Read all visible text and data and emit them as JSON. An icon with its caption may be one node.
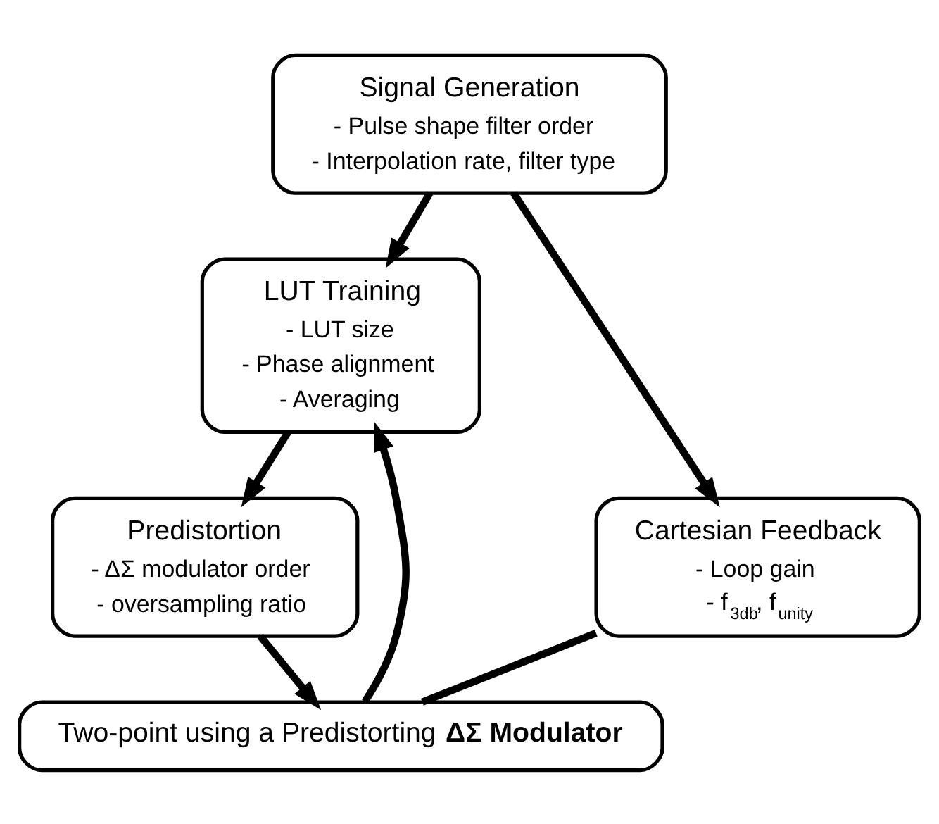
{
  "diagram": {
    "nodes": [
      {
        "text": [
          "Signal Generation",
          "- Pulse shape filter order",
          "- Interpolation rate, filter type"
        ]
      },
      {
        "text": [
          "LUT Training",
          "- LUT size",
          "- Phase alignment",
          "- Averaging"
        ]
      },
      {
        "text": [
          "Predistortion",
          "- ΔΣ modulator order",
          "- oversampling ratio"
        ]
      },
      {
        "text": [
          "Cartesian Feedback",
          "- Loop gain",
          "- f$_{3db}$, f$_{unity}$"
        ]
      },
      {
        "text": [
          "Two-point using a Predistorting **ΔΣ Modulator**"
        ]
      }
    ],
    "edges": [
      {
        "from": 0,
        "to": 1,
        "arrow": "to"
      },
      {
        "from": 0,
        "to": 3,
        "arrow": "to"
      },
      {
        "from": 1,
        "to": 2,
        "arrow": "to"
      },
      {
        "from": 2,
        "to": 4,
        "arrow": "to"
      },
      {
        "from": 4,
        "to": 1,
        "arrow": "to"
      },
      {
        "from": 3,
        "to": 4,
        "arrow": "none"
      }
    ]
  }
}
